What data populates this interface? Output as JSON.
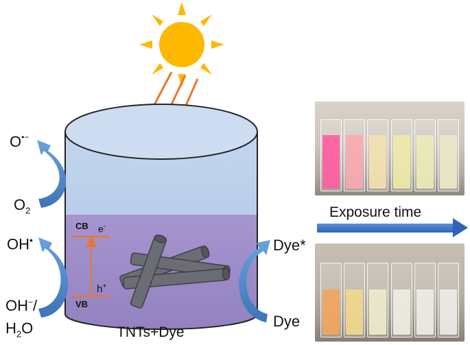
{
  "superoxide_label": "O",
  "superoxide_sup": "•−",
  "oxygen_label": "O",
  "oxygen_sub": "2",
  "hydroxyl_label": "OH",
  "hydroxyl_sup": "•",
  "hydroxide_label": "OH",
  "hydroxide_sup": "−",
  "hydroxide_slash": "/",
  "water_label_h": "H",
  "water_sub": "2",
  "water_label_o": "O",
  "cb_label": "CB",
  "electron_label": "e",
  "electron_sup": "-",
  "vb_label": "VB",
  "hole_label": "h",
  "hole_sup": "+",
  "dye_excited_label": "Dye*",
  "dye_label": "Dye",
  "vessel_label": "TNTs+Dye",
  "exposure_label": "Exposure time",
  "colors": {
    "sun": "#ffb800",
    "light_rays": "#e8772e",
    "solution": "#9c8fc7",
    "water_top": "#b5cbe8",
    "band_lines": "#e8772e",
    "nanotubes": "#6b6b73",
    "curved_arrows": "#4b86c6",
    "exposure_arrow": "#2f63b8"
  },
  "cuvettes_before": [
    "#ff5c9f",
    "#f8a8b0",
    "#f5e0b0",
    "#eeeaa8",
    "#ecebb8",
    "#ebe9c6"
  ],
  "cuvettes_after": [
    "#f4a45c",
    "#f2d88a",
    "#eeeccc",
    "#f0eee4",
    "#efede6",
    "#eeece8"
  ]
}
